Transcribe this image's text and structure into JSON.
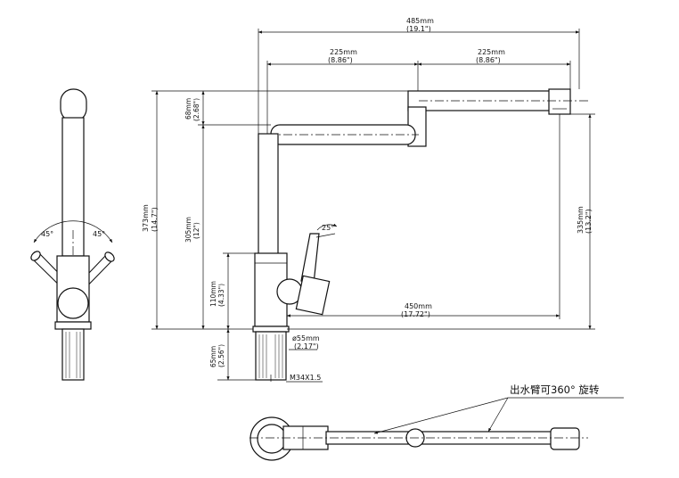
{
  "dimensions": {
    "overall_width": {
      "mm": "485mm",
      "inch": "(19.1\")"
    },
    "arm_left": {
      "mm": "225mm",
      "inch": "(8.86\")"
    },
    "arm_right": {
      "mm": "225mm",
      "inch": "(8.86\")"
    },
    "overall_height": {
      "mm": "373mm",
      "inch": "(14.7\")"
    },
    "top_offset": {
      "mm": "68mm",
      "inch": "(2.68\")"
    },
    "spout_height": {
      "mm": "305mm",
      "inch": "(12\")"
    },
    "body_height": {
      "mm": "110mm",
      "inch": "(4.33\")"
    },
    "shank_length": {
      "mm": "65mm",
      "inch": "(2.56\")"
    },
    "outlet_height": {
      "mm": "335mm",
      "inch": "(13.2\")"
    },
    "reach": {
      "mm": "450mm",
      "inch": "(17.72\")"
    },
    "base_diameter": {
      "mm": "ø55mm",
      "inch": "(2.17\")"
    },
    "thread": "M34X1.5",
    "handle_angle": "25°",
    "swing_left": "45°",
    "swing_right": "45°"
  },
  "annotation": "出水臂可360° 旋转"
}
